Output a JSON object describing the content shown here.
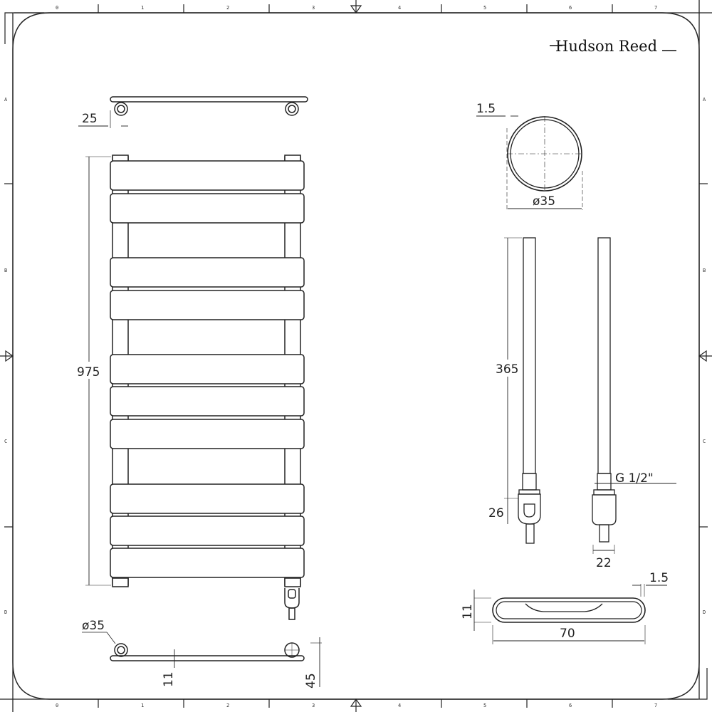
{
  "brand": {
    "name": "Hudson Reed"
  },
  "frame": {
    "column_labels": [
      "0",
      "1",
      "2",
      "3",
      "4",
      "5",
      "6",
      "7"
    ],
    "row_labels": [
      "A",
      "B",
      "C",
      "D"
    ]
  },
  "views": {
    "top_view": {
      "dimension_25": "25"
    },
    "front_view": {
      "height": "975",
      "bar_count": 10
    },
    "bottom_view": {
      "diameter": "ø35",
      "dimension_11": "11",
      "dimension_45": "45"
    },
    "tube_section": {
      "wall": "1.5",
      "diameter": "ø35"
    },
    "heating_element": {
      "length": "365",
      "nut_height": "26",
      "thread": "G 1/2\"",
      "width": "22"
    },
    "flat_bar_section": {
      "height": "11",
      "width": "70",
      "wall": "1.5"
    }
  }
}
